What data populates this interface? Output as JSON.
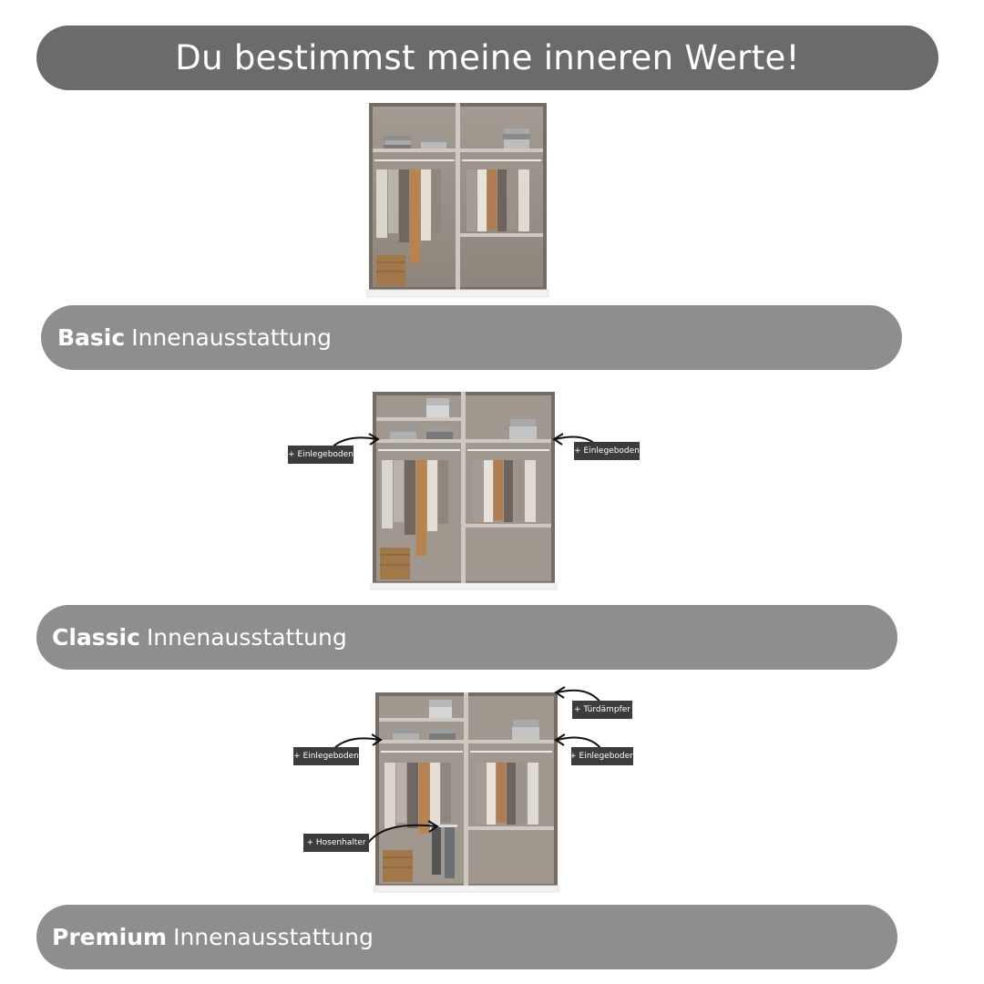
{
  "title": "Du bestimmst meine inneren Werte!",
  "sections": [
    {
      "strong": "Basic",
      "label": "Innenausstattung"
    },
    {
      "strong": "Classic",
      "label": "Innenausstattung"
    },
    {
      "strong": "Premium",
      "label": "Innenausstattung"
    }
  ],
  "callouts": {
    "classic_left": "+ Einlegeboden",
    "classic_right": "+ Einlegeboden",
    "premium_tuerdaempfer": "+ Türdämpfer",
    "premium_left": "+ Einlegeboden",
    "premium_right": "+ Einlegeboden",
    "premium_hosenhalter": "+ Hosenhalter"
  },
  "colors": {
    "banner": "#6b6b6e",
    "label_bar": "#8e8e8f",
    "callout": "#3c3c3d",
    "wardrobe_frame": "#7a7067",
    "wardrobe_back": "#9a9088",
    "wardrobe_base": "#f2f2f2",
    "basket": "#a0784a"
  }
}
